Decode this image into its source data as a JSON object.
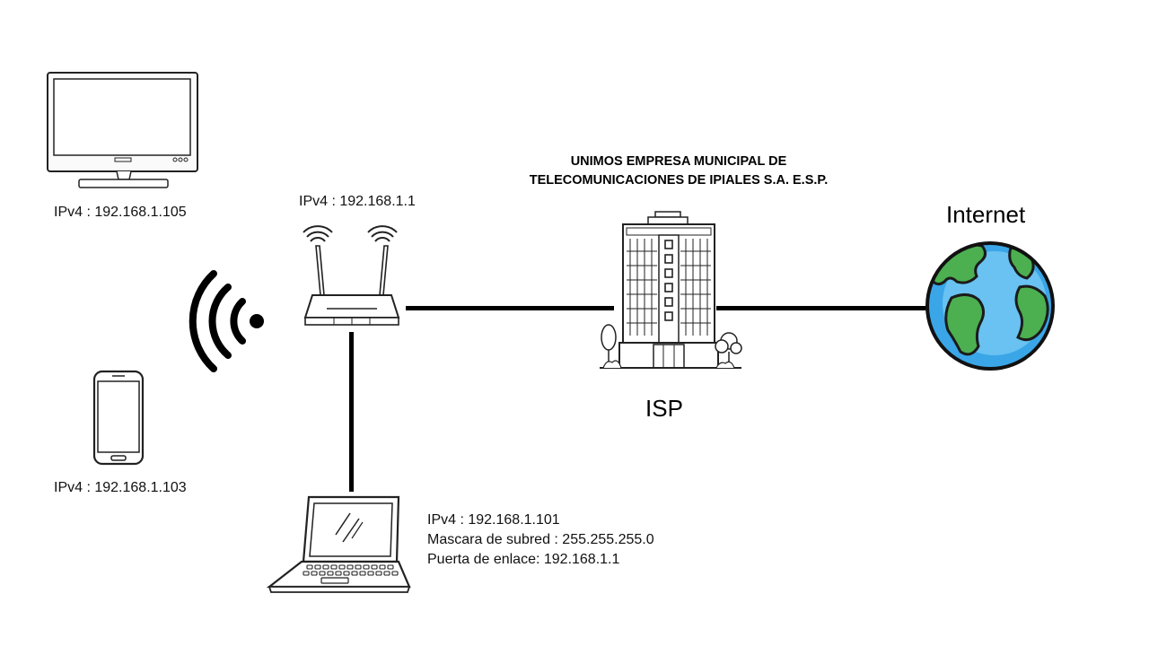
{
  "tv": {
    "ipv4": "IPv4 : 192.168.1.105"
  },
  "phone": {
    "ipv4": "IPv4 : 192.168.1.103"
  },
  "router": {
    "ipv4": "IPv4 : 192.168.1.1"
  },
  "isp": {
    "name_line1": "UNIMOS EMPRESA MUNICIPAL DE",
    "name_line2": "TELECOMUNICACIONES DE IPIALES S.A. E.S.P.",
    "label": "ISP"
  },
  "internet": {
    "label": "Internet"
  },
  "laptop": {
    "ipv4": "IPv4 : 192.168.1.101",
    "mask": "Mascara de subred : 255.255.255.0",
    "gateway": "Puerta de enlace: 192.168.1.1"
  },
  "icons": {
    "tv": "tv-icon",
    "phone": "smartphone-icon",
    "wifi": "wifi-signal-icon",
    "router": "wifi-router-icon",
    "building": "building-icon",
    "globe": "globe-icon",
    "laptop": "laptop-icon"
  },
  "colors": {
    "ocean": "#3aa6e8",
    "land": "#4caf50"
  }
}
